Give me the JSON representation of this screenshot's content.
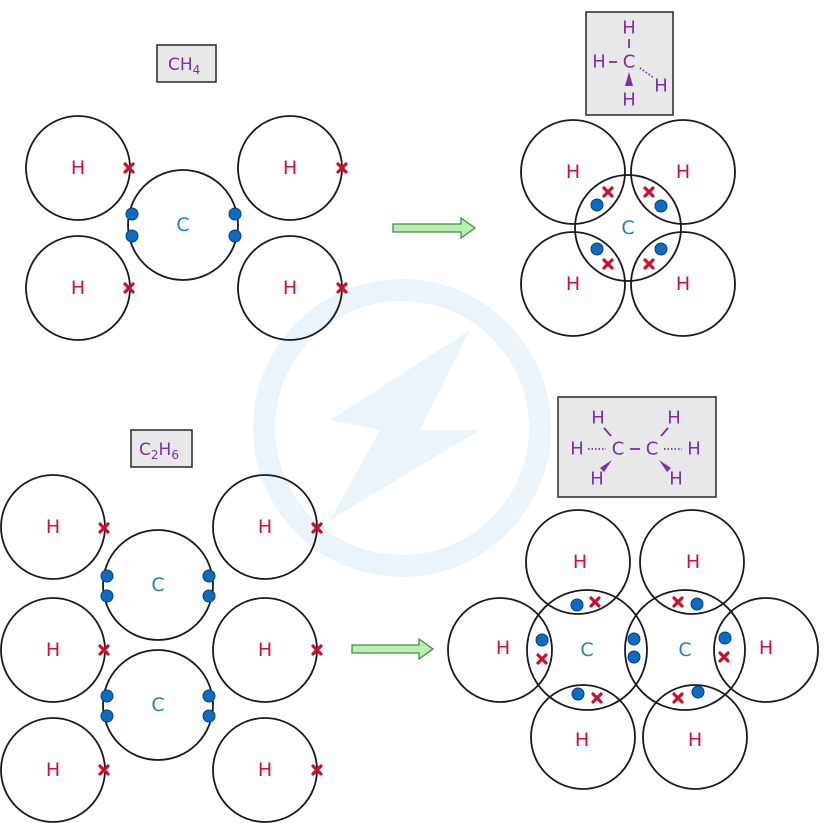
{
  "molecules": [
    {
      "formula_main": "CH",
      "formula_sub": "4",
      "structure": {
        "atoms": [
          "H",
          "H",
          "C",
          "H",
          "H"
        ]
      }
    },
    {
      "formula_parts": [
        "C",
        "2",
        "H",
        "6"
      ],
      "structure": {
        "atoms": [
          "H",
          "H",
          "H",
          "C",
          "C",
          "H",
          "H",
          "H"
        ]
      }
    }
  ],
  "labels": {
    "hydrogen": "H",
    "carbon": "C"
  },
  "colors": {
    "hydrogen": "#d0103a",
    "carbon": "#1e7fcf",
    "formula": "#7b2fa8",
    "carbon_electron": "#0a6cc4",
    "hydrogen_electron": "#c8102e",
    "arrow": "#b7f0b0"
  }
}
